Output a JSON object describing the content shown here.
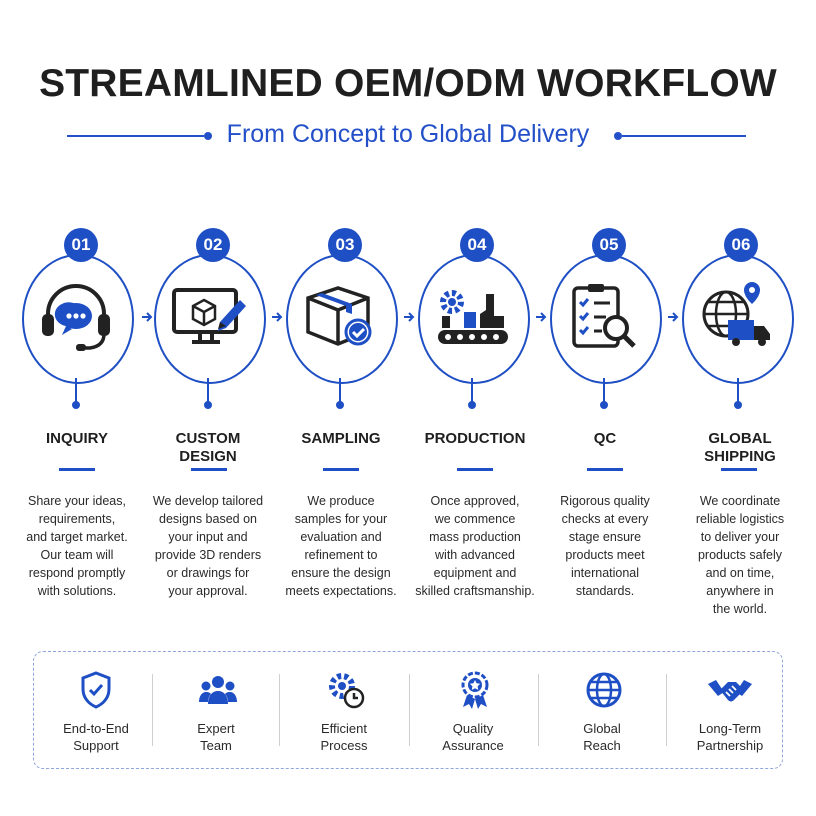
{
  "header": {
    "title": "STREAMLINED OEM/ODM WORKFLOW",
    "subtitle": "From Concept to Global Delivery"
  },
  "colors": {
    "accent": "#1e4fc4",
    "text": "#1f1f1f",
    "dark_icon": "#222222"
  },
  "steps": [
    {
      "number": "01",
      "title": "INQUIRY",
      "icon": "headset-chat-icon",
      "desc": [
        "Share your ideas,",
        "requirements,",
        "and target market.",
        "Our team will",
        "respond promptly",
        "with solutions."
      ]
    },
    {
      "number": "02",
      "title": [
        "CUSTOM",
        "DESIGN"
      ],
      "icon": "monitor-design-icon",
      "desc": [
        "We develop tailored",
        "designs based on",
        "your input and",
        "provide 3D renders",
        "or drawings for",
        "your approval."
      ]
    },
    {
      "number": "03",
      "title": "SAMPLING",
      "icon": "package-check-icon",
      "desc": [
        "We produce",
        "samples for your",
        "evaluation and",
        "refinement to",
        "ensure the design",
        "meets expectations."
      ]
    },
    {
      "number": "04",
      "title": "PRODUCTION",
      "icon": "factory-conveyor-icon",
      "desc": [
        "Once approved,",
        "we commence",
        "mass production",
        "with advanced",
        "equipment and",
        "skilled craftsmanship."
      ]
    },
    {
      "number": "05",
      "title": "QC",
      "icon": "checklist-magnifier-icon",
      "desc": [
        "Rigorous quality",
        "checks at every",
        "stage ensure",
        "products meet",
        "international",
        "standards."
      ]
    },
    {
      "number": "06",
      "title": [
        "GLOBAL",
        "SHIPPING"
      ],
      "icon": "globe-truck-icon",
      "desc": [
        "We coordinate",
        "reliable logistics",
        "to deliver your",
        "products safely",
        "and on time,",
        "anywhere in",
        "the world."
      ]
    }
  ],
  "features": [
    {
      "label": [
        "End-to-End",
        "Support"
      ],
      "icon": "shield-check-icon"
    },
    {
      "label": [
        "Expert",
        "Team"
      ],
      "icon": "team-icon"
    },
    {
      "label": [
        "Efficient",
        "Process"
      ],
      "icon": "gear-clock-icon"
    },
    {
      "label": [
        "Quality",
        "Assurance"
      ],
      "icon": "award-ribbon-icon"
    },
    {
      "label": [
        "Global",
        "Reach"
      ],
      "icon": "globe-icon"
    },
    {
      "label": [
        "Long-Term",
        "Partnership"
      ],
      "icon": "handshake-icon"
    }
  ]
}
